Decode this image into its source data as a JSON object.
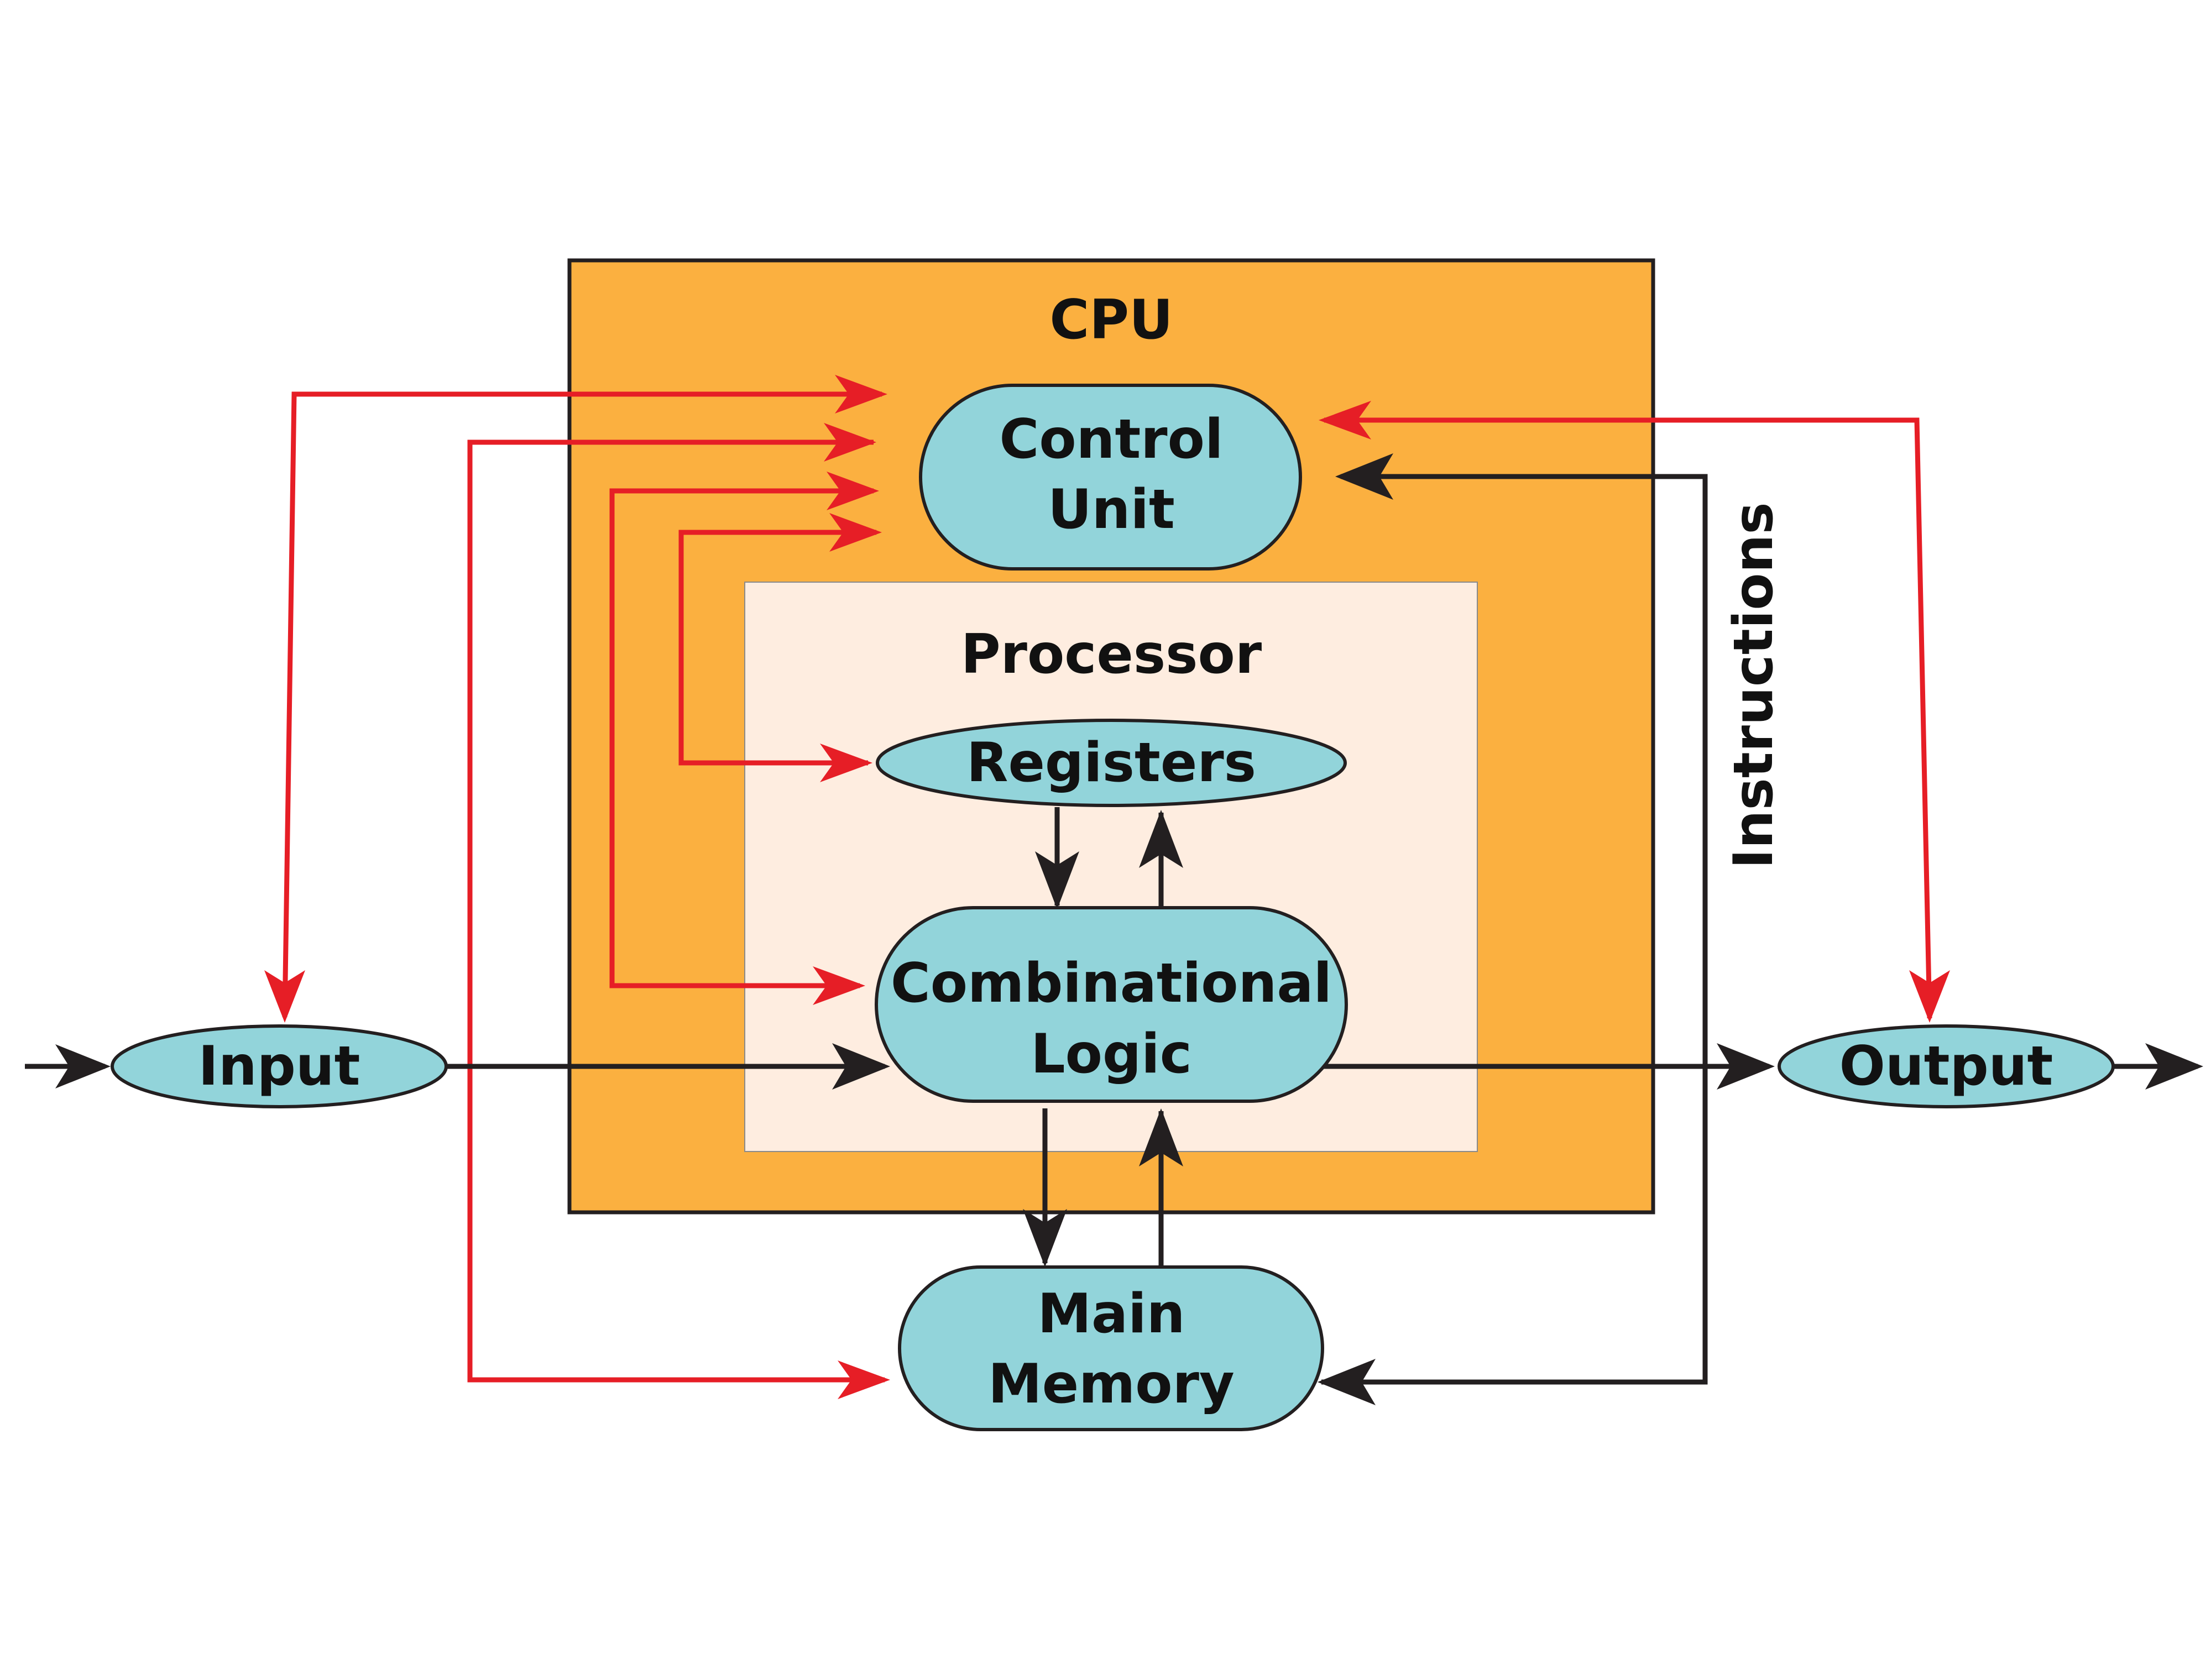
{
  "colors": {
    "cpu_fill": "#fbb040",
    "processor_fill": "#feede0",
    "node_fill": "#92d4da",
    "control_line": "#e61e26",
    "data_line": "#231f20"
  },
  "labels": {
    "cpu": "CPU",
    "processor": "Processor",
    "control_unit_line1": "Control",
    "control_unit_line2": "Unit",
    "registers": "Registers",
    "combinational_line1": "Combinational",
    "combinational_line2": "Logic",
    "main_memory_line1": "Main",
    "main_memory_line2": "Memory",
    "input": "Input",
    "output": "Output",
    "instructions": "Instructions"
  }
}
